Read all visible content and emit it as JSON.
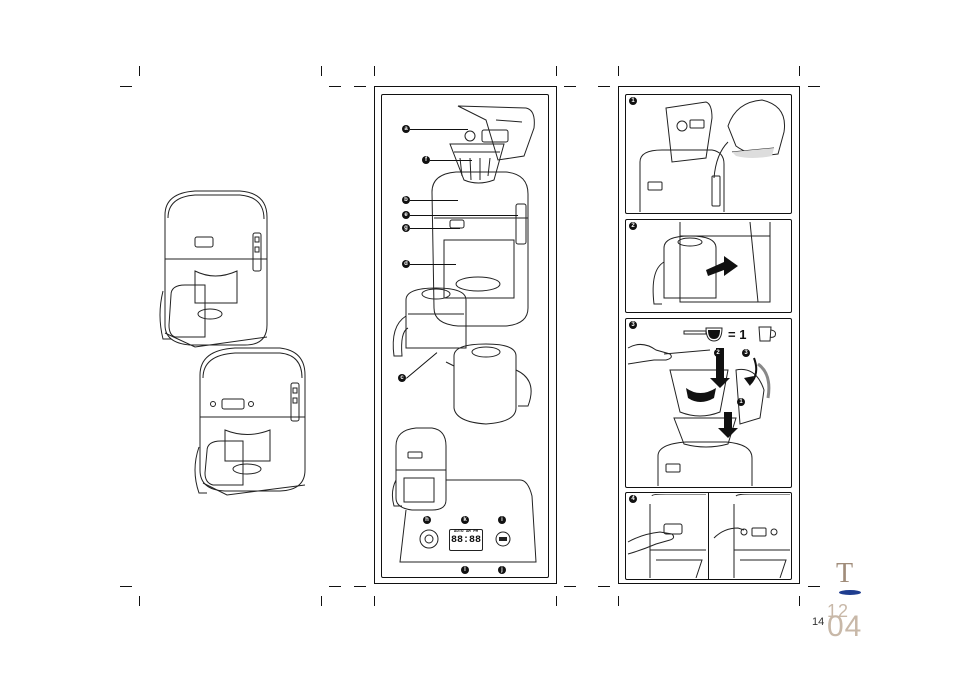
{
  "page": {
    "number": "14"
  },
  "logo": {
    "letter": "T",
    "bar_color": "#1f3d8f",
    "accent_color": "#c8b8a8"
  },
  "code": {
    "top": "12",
    "bottom": "04"
  },
  "overview": {
    "callouts": [
      "a",
      "f",
      "b",
      "e",
      "g",
      "d",
      "c",
      "h",
      "k",
      "i",
      "l",
      "j"
    ]
  },
  "display": {
    "indicators": "AUTO  AM  PM",
    "digits": "88:88"
  },
  "steps": {
    "s1": {
      "number": "1"
    },
    "s2": {
      "number": "2"
    },
    "s3": {
      "number": "3",
      "equation": "= 1",
      "sub_1": "1",
      "sub_2": "2",
      "sub_3": "3"
    },
    "s4": {
      "number": "4"
    }
  }
}
